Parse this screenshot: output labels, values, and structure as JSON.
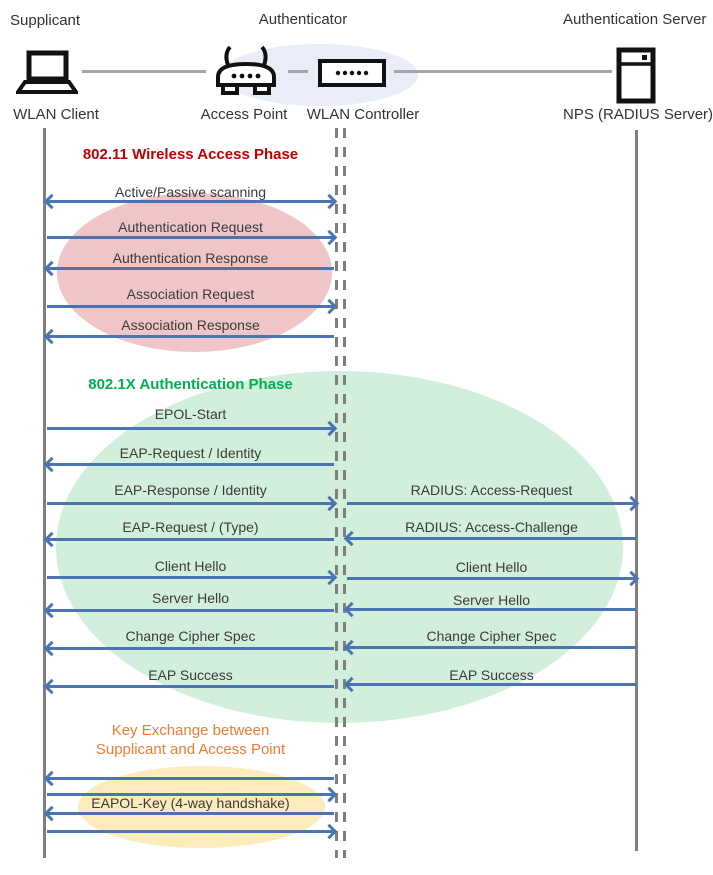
{
  "actors": {
    "supplicant": {
      "role_label": "Supplicant",
      "device_label": "WLAN Client"
    },
    "authenticator": {
      "role_label": "Authenticator",
      "access_point_label": "Access Point",
      "wlan_controller_label": "WLAN Controller"
    },
    "authentication_server": {
      "role_label": "Authentication Server",
      "device_label": "NPS (RADIUS Server)"
    }
  },
  "phases": {
    "wireless_access": {
      "title": "802.11 Wireless Access Phase",
      "color": "#C00000"
    },
    "dot1x_auth": {
      "title": "802.1X Authentication Phase",
      "color": "#00B050"
    },
    "key_exchange": {
      "title_line1": "Key Exchange between",
      "title_line2": "Supplicant and Access Point",
      "color": "#ED7D31"
    }
  },
  "messages": {
    "client_controller": [
      {
        "label": "Active/Passive scanning",
        "direction": "both"
      },
      {
        "label": "Authentication Request",
        "direction": "right"
      },
      {
        "label": "Authentication Response",
        "direction": "left"
      },
      {
        "label": "Association Request",
        "direction": "right"
      },
      {
        "label": "Association Response",
        "direction": "left"
      },
      {
        "label": "EPOL-Start",
        "direction": "right"
      },
      {
        "label": "EAP-Request / Identity",
        "direction": "left"
      },
      {
        "label": "EAP-Response / Identity",
        "direction": "right"
      },
      {
        "label": "EAP-Request / (Type)",
        "direction": "left"
      },
      {
        "label": "Client Hello",
        "direction": "right"
      },
      {
        "label": "Server Hello",
        "direction": "left"
      },
      {
        "label": "Change Cipher Spec",
        "direction": "left"
      },
      {
        "label": "EAP Success",
        "direction": "left"
      },
      {
        "label": "",
        "direction": "left"
      },
      {
        "label": "",
        "direction": "right"
      },
      {
        "label": "EAPOL-Key (4-way handshake)",
        "direction": "left"
      },
      {
        "label": "",
        "direction": "right"
      }
    ],
    "controller_server": [
      {
        "label": "RADIUS: Access-Request",
        "direction": "right"
      },
      {
        "label": "RADIUS: Access-Challenge",
        "direction": "left"
      },
      {
        "label": "Client Hello",
        "direction": "right"
      },
      {
        "label": "Server Hello",
        "direction": "left"
      },
      {
        "label": "Change Cipher Spec",
        "direction": "left"
      },
      {
        "label": "EAP Success",
        "direction": "left"
      }
    ]
  },
  "colors": {
    "arrow": "#4B74B2",
    "lifeline": "#7F7F7F",
    "ellipse_80211": "#EFC5C7",
    "ellipse_8021x": "#D2EFDB",
    "ellipse_key_exchange": "#FCEBBC",
    "ellipse_authenticator": "#E9EDF7"
  }
}
